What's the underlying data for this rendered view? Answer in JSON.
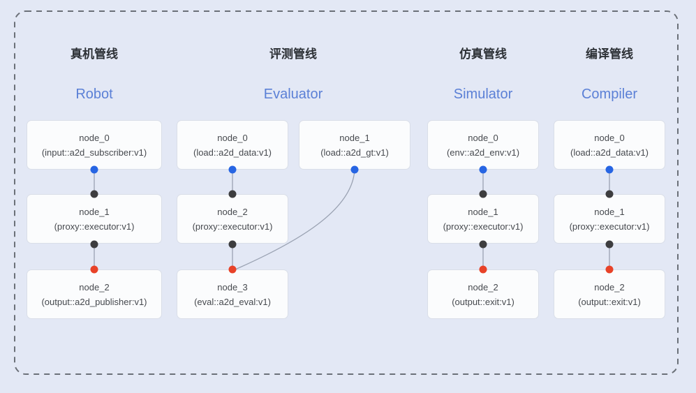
{
  "colors": {
    "background": "#e3e8f5",
    "node_fill": "#fbfcfd",
    "node_border": "#d9dee8",
    "dashed_border": "#6b7078",
    "blue_port": "#2765e3",
    "dark_port": "#3d3d3f",
    "red_port": "#e84228",
    "edge": "#9aa2b2",
    "title_zh": "#2d3136",
    "title_en": "#5b80d6",
    "node_text": "#46494e"
  },
  "pipelines": [
    {
      "title_zh": "真机管线",
      "title_en": "Robot",
      "nodes": [
        {
          "name": "node_0",
          "type": "(input::a2d_subscriber:v1)"
        },
        {
          "name": "node_1",
          "type": "(proxy::executor:v1)"
        },
        {
          "name": "node_2",
          "type": "(output::a2d_publisher:v1)"
        }
      ]
    },
    {
      "title_zh": "评测管线",
      "title_en": "Evaluator",
      "nodes": [
        {
          "name": "node_0",
          "type": "(load::a2d_data:v1)"
        },
        {
          "name": "node_1",
          "type": "(load::a2d_gt:v1)"
        },
        {
          "name": "node_2",
          "type": "(proxy::executor:v1)"
        },
        {
          "name": "node_3",
          "type": "(eval::a2d_eval:v1)"
        }
      ]
    },
    {
      "title_zh": "仿真管线",
      "title_en": "Simulator",
      "nodes": [
        {
          "name": "node_0",
          "type": "(env::a2d_env:v1)"
        },
        {
          "name": "node_1",
          "type": "(proxy::executor:v1)"
        },
        {
          "name": "node_2",
          "type": "(output::exit:v1)"
        }
      ]
    },
    {
      "title_zh": "编译管线",
      "title_en": "Compiler",
      "nodes": [
        {
          "name": "node_0",
          "type": "(load::a2d_data:v1)"
        },
        {
          "name": "node_1",
          "type": "(proxy::executor:v1)"
        },
        {
          "name": "node_2",
          "type": "(output::exit:v1)"
        }
      ]
    }
  ]
}
